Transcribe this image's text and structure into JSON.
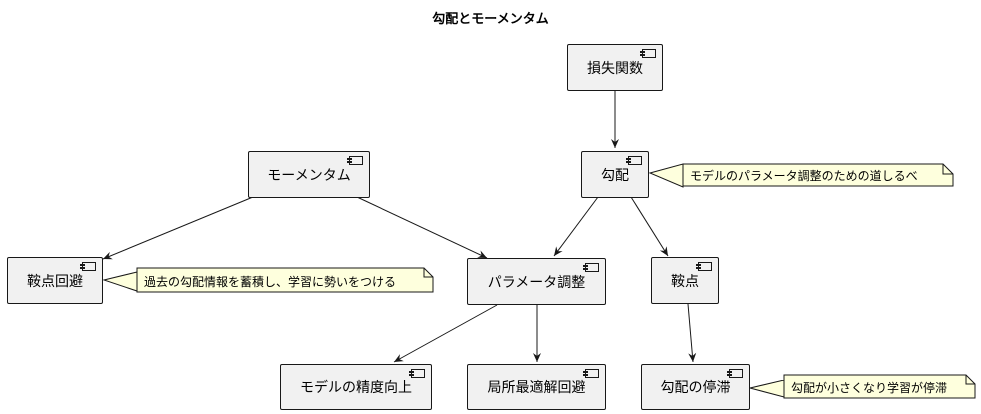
{
  "title": "勾配とモーメンタム",
  "nodes": {
    "loss": "損失関数",
    "gradient": "勾配",
    "momentum": "モーメンタム",
    "saddle_avoid": "鞍点回避",
    "param_update": "パラメータ調整",
    "saddle": "鞍点",
    "accuracy": "モデルの精度向上",
    "local_min_avoid": "局所最適解回避",
    "stagnation": "勾配の停滞"
  },
  "notes": {
    "gradient_note": "モデルのパラメータ調整のための道しるべ",
    "momentum_note": "過去の勾配情報を蓄積し、学習に勢いをつける",
    "stagnation_note": "勾配が小さくなり学習が停滞"
  },
  "colors": {
    "node_fill": "#f1f1f1",
    "node_border": "#181818",
    "note_fill": "#feffdd",
    "edge": "#181818"
  },
  "icons": {
    "component": "component-icon"
  }
}
